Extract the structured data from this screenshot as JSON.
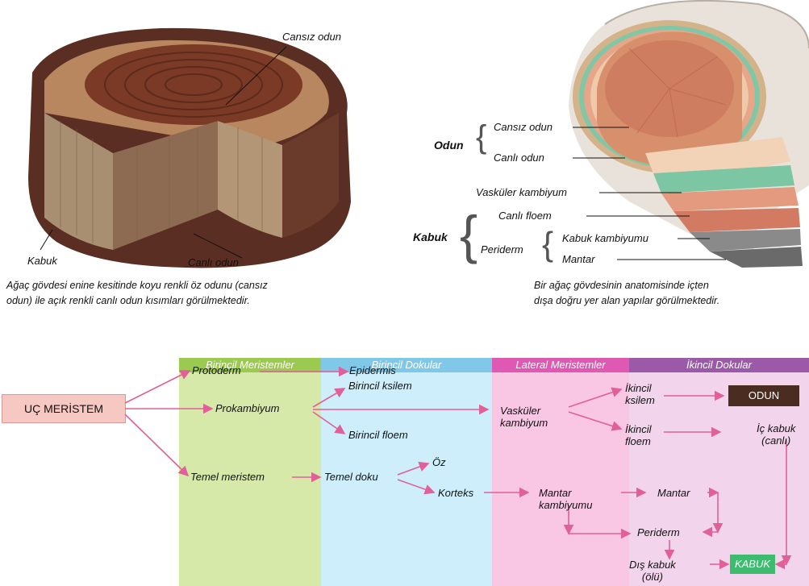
{
  "photo": {
    "label_dead_wood": "Cansız odun",
    "label_bark": "Kabuk",
    "label_live_wood": "Canlı odun",
    "caption_line1": "Ağaç gövdesi enine kesitinde koyu renkli öz odunu (cansız",
    "caption_line2": "odun) ile açık renkli canlı odun kısımları görülmektedir."
  },
  "anatomy": {
    "group_wood": "Odun",
    "dead_wood": "Cansız odun",
    "live_wood": "Canlı odun",
    "vascular_cambium": "Vasküler kambiyum",
    "group_bark": "Kabuk",
    "live_phloem": "Canlı floem",
    "periderm": "Periderm",
    "bark_cambium": "Kabuk kambiyumu",
    "cork": "Mantar",
    "caption_line1": "Bir ağaç gövdesinin anatomisinde içten",
    "caption_line2": "dışa doğru yer alan yapılar görülmektedir."
  },
  "flow": {
    "headers": [
      "Birincil Meristemler",
      "Birincil Dokular",
      "Lateral Meristemler",
      "İkincil Dokular"
    ],
    "start": "UÇ MERİSTEM",
    "protoderm": "Protoderm",
    "epidermis": "Epidermis",
    "procambium": "Prokambiyum",
    "primary_xylem": "Birincil ksilem",
    "primary_phloem": "Birincil floem",
    "ground_meristem": "Temel meristem",
    "ground_tissue": "Temel doku",
    "pith": "Öz",
    "cortex": "Korteks",
    "vascular_cambium_1": "Vasküler",
    "vascular_cambium_2": "kambiyum",
    "secondary_xylem_1": "İkincil",
    "secondary_xylem_2": "ksilem",
    "secondary_phloem_1": "İkincil",
    "secondary_phloem_2": "floem",
    "cork_cambium_1": "Mantar",
    "cork_cambium_2": "kambiyumu",
    "cork": "Mantar",
    "periderm": "Periderm",
    "inner_bark_1": "İç kabuk",
    "inner_bark_2": "(canlı)",
    "outer_bark_1": "Dış kabuk",
    "outer_bark_2": "(ölü)",
    "wood_box": "ODUN",
    "bark_box": "KABUK"
  },
  "colors": {
    "arrow": "#e0609a",
    "green_col": "#d6e9a8",
    "blue_col": "#cdeefa",
    "pink_col": "#f9c6e4",
    "purple_col": "#f2d5ec",
    "wood_box": "#4a2c20",
    "bark_box": "#3dbb6e",
    "start_box": "#f7c8c2"
  }
}
